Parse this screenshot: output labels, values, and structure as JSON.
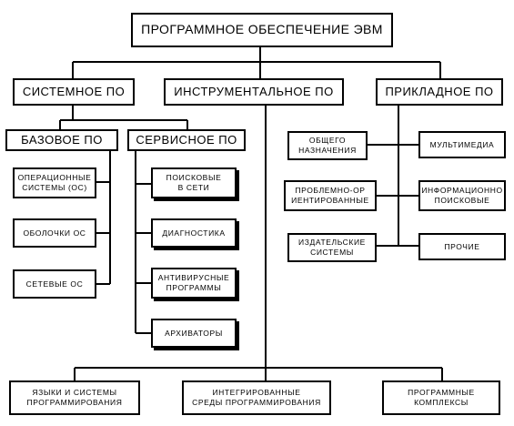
{
  "diagram": {
    "root": "ПРОГРАММНОЕ ОБЕСПЕЧЕНИЕ ЭВМ",
    "level1": {
      "system": "СИСТЕМНОЕ ПО",
      "instrumental": "ИНСТРУМЕНТАЛЬНОЕ ПО",
      "applied": "ПРИКЛАДНОЕ ПО"
    },
    "system_branch": {
      "base": "БАЗОВОЕ ПО",
      "service": "СЕРВИСНОЕ ПО",
      "base_items": [
        "ОПЕРАЦИОННЫЕ\nСИСТЕМЫ (ОС)",
        "ОБОЛОЧКИ ОС",
        "СЕТЕВЫЕ ОС"
      ],
      "service_items": [
        "ПОИСКОВЫЕ\nВ СЕТИ",
        "ДИАГНОСТИКА",
        "АНТИВИРУСНЫЕ\nПРОГРАММЫ",
        "АРХИВАТОРЫ"
      ]
    },
    "applied_branch": {
      "left": [
        "ОБЩЕГО\nНАЗНАЧЕНИЯ",
        "ПРОБЛЕМНО-ОР\nИЕНТИРОВАННЫЕ",
        "ИЗДАТЕЛЬСКИЕ\nСИСТЕМЫ"
      ],
      "right": [
        "МУЛЬТИМЕДИА",
        "ИНФОРМАЦИОННО\nПОИСКОВЫЕ",
        "ПРОЧИЕ"
      ]
    },
    "instrumental_branch": {
      "items": [
        "ЯЗЫКИ И СИСТЕМЫ\nПРОГРАММИРОВАНИЯ",
        "ИНТЕГРИРОВАННЫЕ\nСРЕДЫ ПРОГРАММИРОВАНИЯ",
        "ПРОГРАММНЫЕ\nКОМПЛЕКСЫ"
      ]
    }
  }
}
